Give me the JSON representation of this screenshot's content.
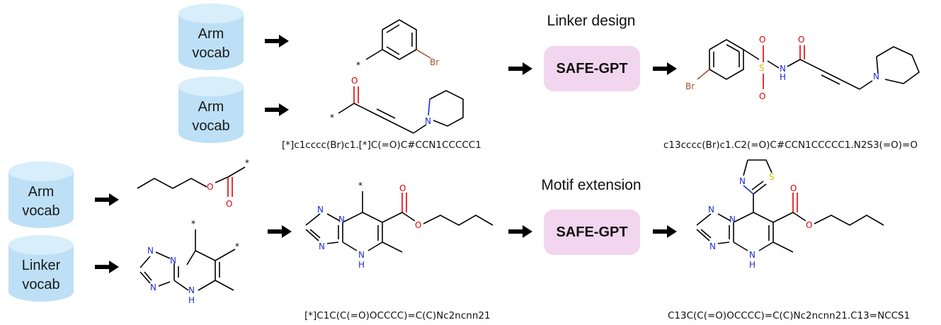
{
  "vocab": {
    "top_arm_1": [
      "Arm",
      "vocab"
    ],
    "top_arm_2": [
      "Arm",
      "vocab"
    ],
    "bottom_arm": [
      "Arm",
      "vocab"
    ],
    "bottom_linker": [
      "Linker",
      "vocab"
    ]
  },
  "tasks": {
    "linker": {
      "title": "Linker design",
      "model": "SAFE-GPT",
      "input_smiles": "[*]c1cccc(Br)c1.[*]C(=O)C#CCN1CCCCC1",
      "output_smiles": "c13cccc(Br)c1.C2(=O)C#CCN1CCCCC1.N2S3(=O)=O"
    },
    "motif": {
      "title": "Motif extension",
      "model": "SAFE-GPT",
      "input_smiles": "[*]C1C(C(=O)OCCCC)=C(C)Nc2ncnn21",
      "output_smiles": "C13C(C(=O)OCCCC)=C(C)Nc2ncnn21.C13=NCCS1"
    }
  },
  "atoms": {
    "star": "*",
    "br": "Br",
    "o": "O",
    "n": "N",
    "nh": "H",
    "s": "S"
  },
  "colors": {
    "cylinder": "#bde0f6",
    "cylinder_top": "#d8eefb",
    "box": "#f2d5ee",
    "oxygen": "#e00000",
    "nitrogen": "#1f2fd0",
    "bromine": "#a0522d",
    "sulfur": "#c7c400"
  },
  "icons": [
    "database-icon",
    "arrow-right-icon"
  ]
}
